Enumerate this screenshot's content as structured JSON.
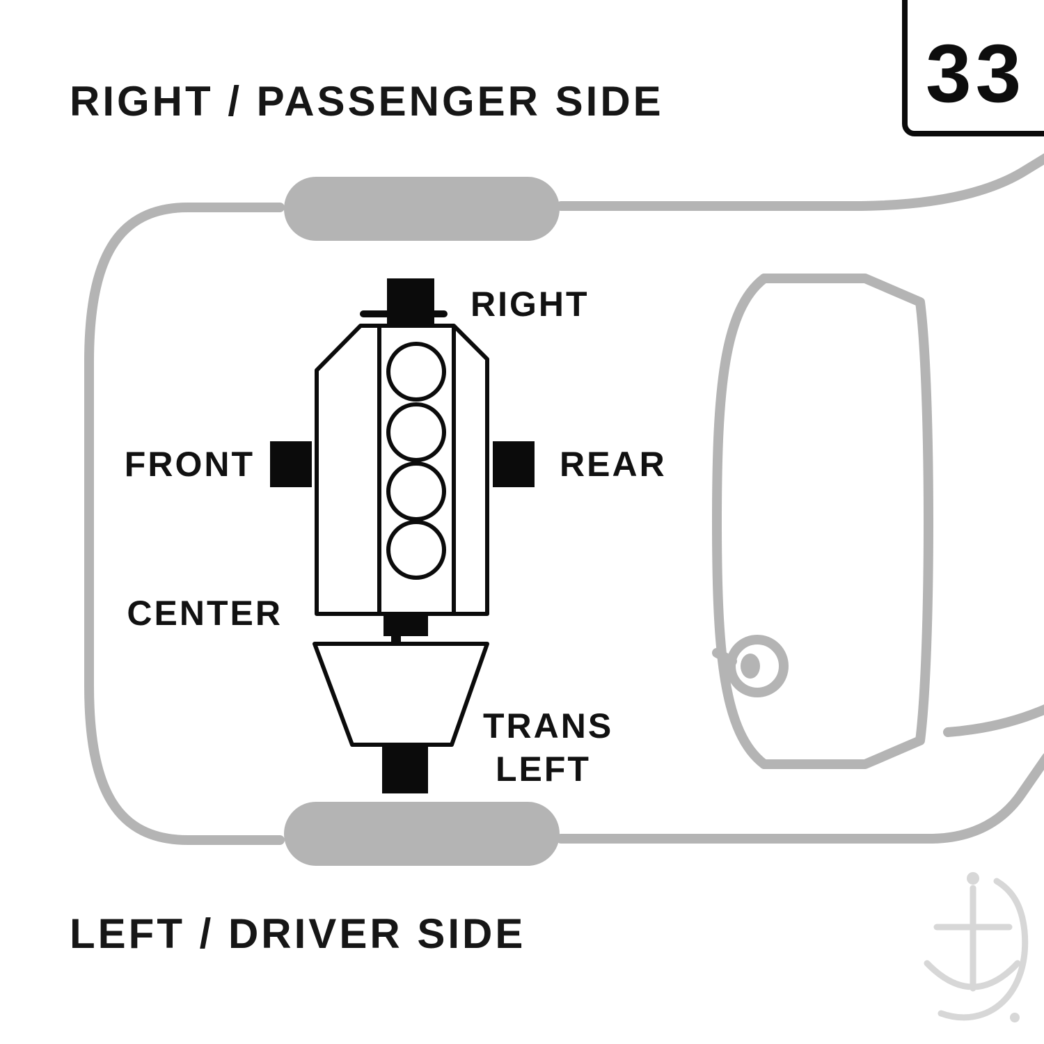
{
  "header": {
    "top_side_label": "RIGHT / PASSENGER SIDE",
    "page_number": "33"
  },
  "footer": {
    "bottom_side_label": "LEFT / DRIVER SIDE"
  },
  "diagram": {
    "description": "Top-down vehicle outline with engine and transmission mount locations",
    "mount_labels": {
      "right": "RIGHT",
      "front": "FRONT",
      "rear": "REAR",
      "center": "CENTER",
      "trans_line1": "TRANS",
      "trans_line2": "LEFT"
    },
    "colors": {
      "car_outline_gray": "#b4b4b4",
      "mount_black": "#0b0b0b",
      "watermark_gray": "#d7d7d7",
      "background": "#ffffff"
    }
  }
}
